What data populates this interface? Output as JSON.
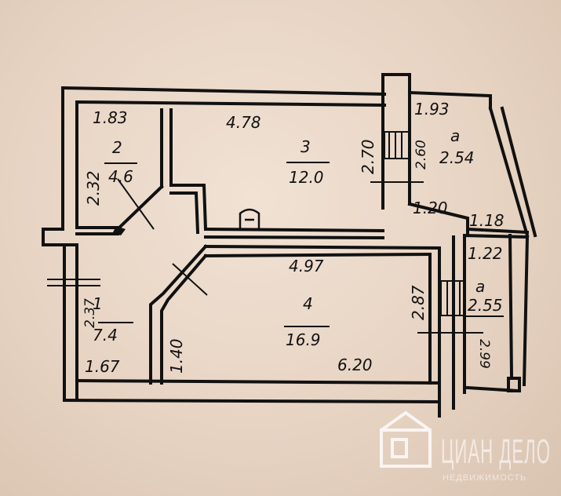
{
  "plan": {
    "rooms": [
      {
        "id": "room-2",
        "number": "2",
        "area": "4.6",
        "width": "1.83",
        "depth": "2.32"
      },
      {
        "id": "room-3",
        "number": "3",
        "area": "12.0",
        "width": "4.78",
        "depth": "2.70"
      },
      {
        "id": "room-1",
        "number": "1",
        "area": "7.4",
        "width": "1.67",
        "depth": "2.37"
      },
      {
        "id": "room-4",
        "number": "4",
        "area": "16.9",
        "width": "4.97",
        "depth": "2.87"
      }
    ],
    "balconies": [
      {
        "id": "balcony-top",
        "letter": "a",
        "area": "2.54",
        "width": "1.93",
        "depth": "2.60"
      },
      {
        "id": "balcony-bottom",
        "letter": "a",
        "area": "2.55",
        "width": "1.22",
        "depth": "2.99"
      }
    ],
    "dims": {
      "d120": "1.20",
      "d118": "1.18",
      "d140": "1.40",
      "d620": "6.20"
    }
  },
  "watermark": {
    "title": "ЦИАН ДЕЛО",
    "subtitle": "НЕДВИЖИМОСТЬ",
    "color": "#ffffff"
  }
}
